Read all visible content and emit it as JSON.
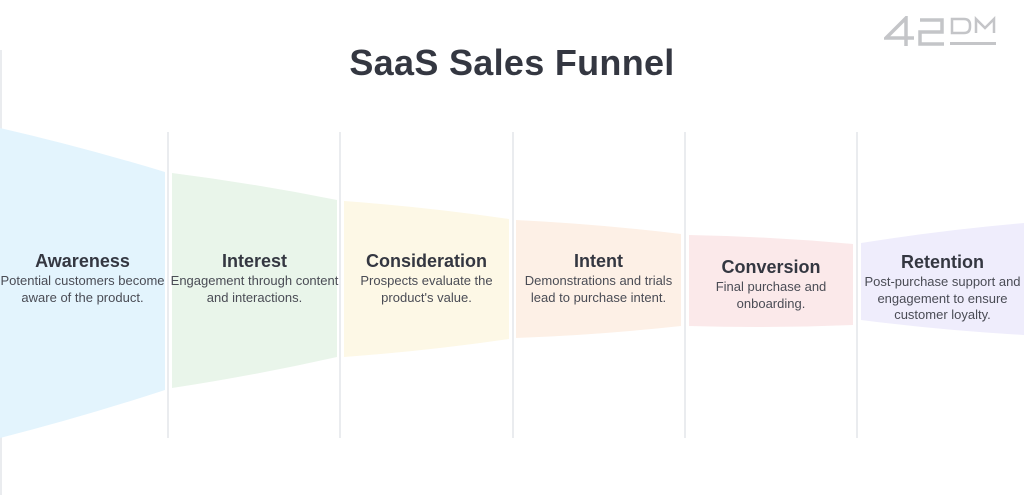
{
  "title": "SaaS Sales Funnel",
  "logo_text": "42DM",
  "stages": [
    {
      "name": "Awareness",
      "description": "Potential customers become aware of the product.",
      "color": "#e3f4fd"
    },
    {
      "name": "Interest",
      "description": "Engagement through content and interactions.",
      "color": "#e9f5ea"
    },
    {
      "name": "Consideration",
      "description": "Prospects evaluate the product's value.",
      "color": "#fdf8e6"
    },
    {
      "name": "Intent",
      "description": "Demonstrations and trials lead to purchase intent.",
      "color": "#fdf0e6"
    },
    {
      "name": "Conversion",
      "description": "Final purchase and onboarding.",
      "color": "#fbe9ea"
    },
    {
      "name": "Retention",
      "description": "Post-purchase support and engagement to ensure customer loyalty.",
      "color": "#efedfc"
    }
  ]
}
